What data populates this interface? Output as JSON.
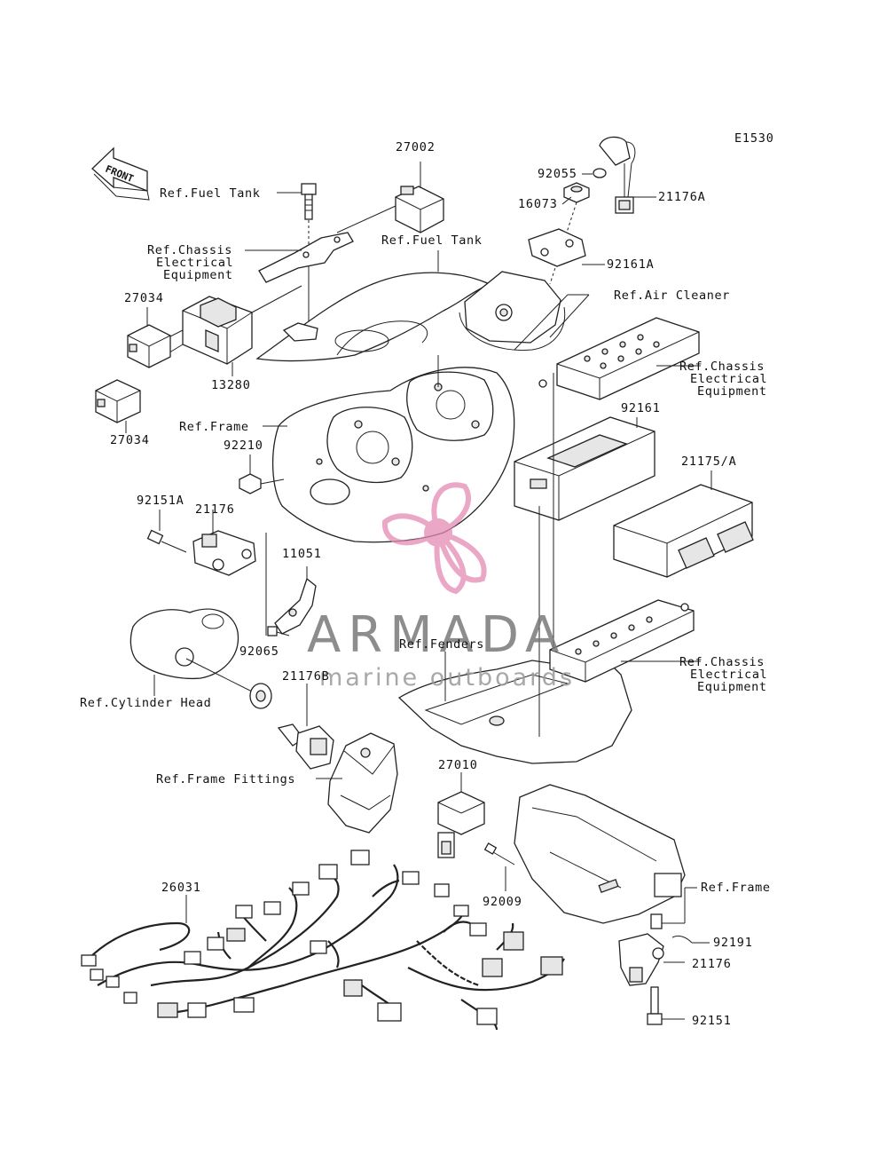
{
  "diagram_code": "E1530",
  "front_arrow_text": "FRONT",
  "labels": {
    "ref_fuel_tank_1": "Ref.Fuel Tank",
    "ref_fuel_tank_2": "Ref.Fuel Tank",
    "ref_chassis_1": [
      "Ref.Chassis",
      "Electrical",
      "Equipment"
    ],
    "ref_chassis_2": [
      "Ref.Chassis",
      "Electrical",
      "Equipment"
    ],
    "ref_chassis_3": [
      "Ref.Chassis",
      "Electrical",
      "Equipment"
    ],
    "ref_air_cleaner": "Ref.Air Cleaner",
    "ref_frame_1": "Ref.Frame",
    "ref_frame_2": "Ref.Frame",
    "ref_fenders": "Ref.Fenders",
    "ref_cylinder_head": "Ref.Cylinder Head",
    "ref_frame_fittings": "Ref.Frame Fittings"
  },
  "part_numbers": {
    "p27002": "27002",
    "p92055": "92055",
    "p16073": "16073",
    "p21176A": "21176A",
    "p92161A": "92161A",
    "p27034_top": "27034",
    "p13280": "13280",
    "p27034_bottom": "27034",
    "p92161": "92161",
    "p21175A": "21175/A",
    "p92210": "92210",
    "p92151A": "92151A",
    "p21176_left": "21176",
    "p11051": "11051",
    "p92065": "92065",
    "p21176B": "21176B",
    "p27010": "27010",
    "p26031": "26031",
    "p92009": "92009",
    "p92191": "92191",
    "p21176_right": "21176",
    "p92151": "92151"
  },
  "watermark": {
    "brand": "ARMADA",
    "tagline": "marine outboards"
  }
}
